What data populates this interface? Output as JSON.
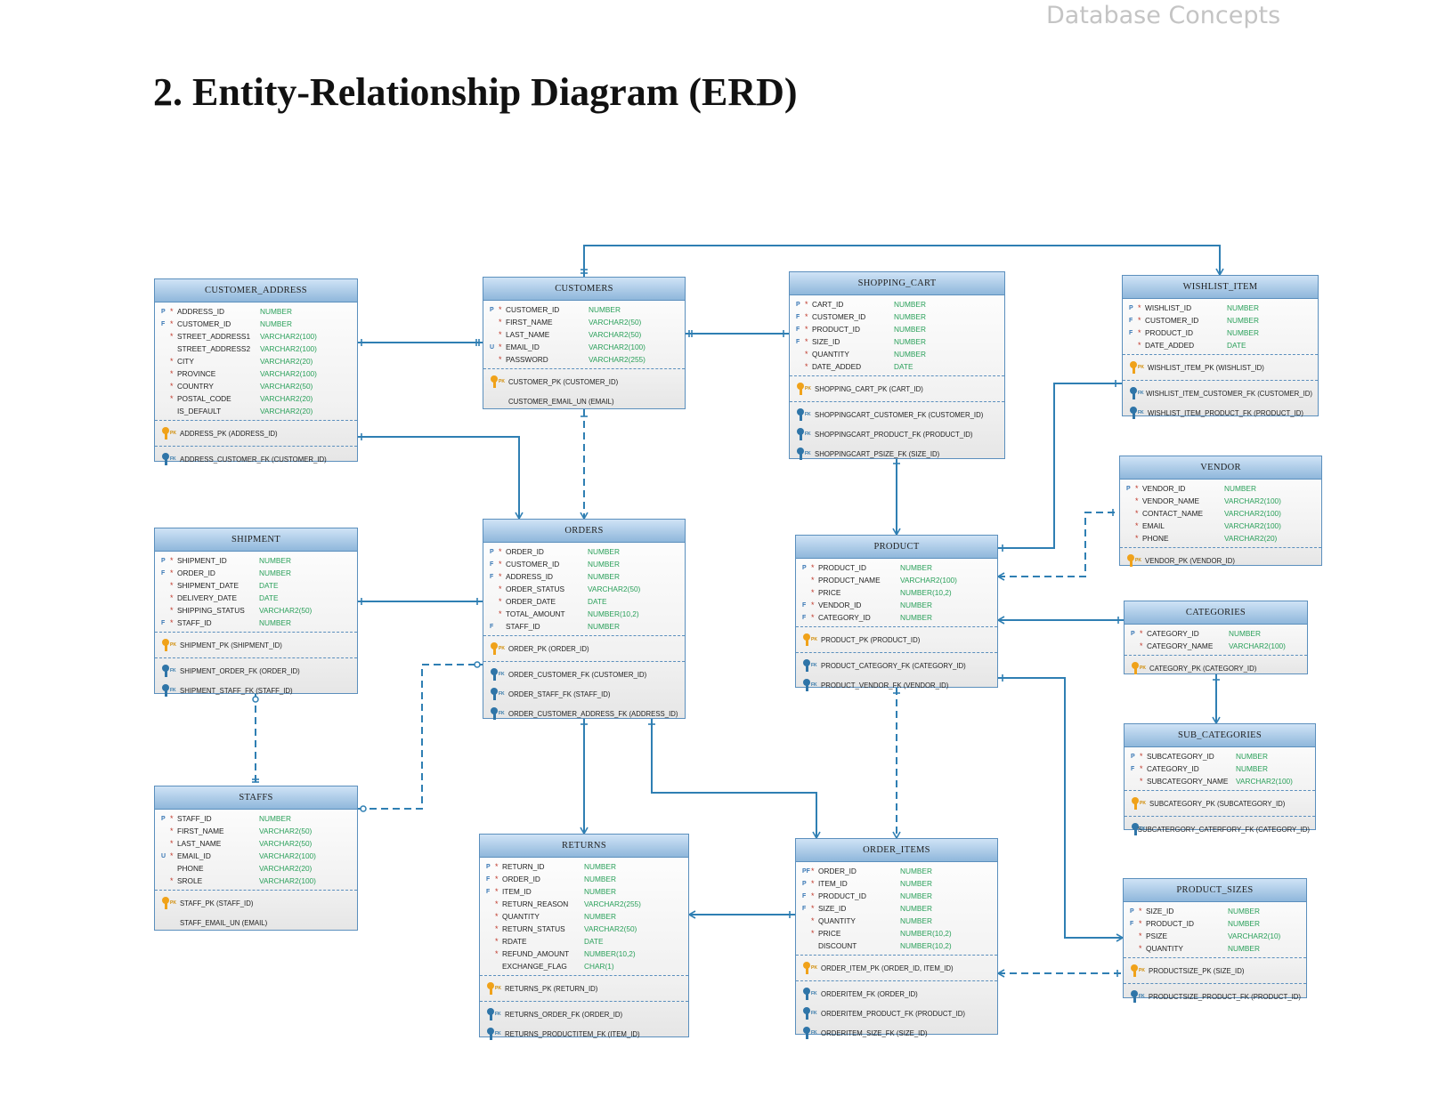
{
  "header": "Database Concepts",
  "title": "2. Entity-Relationship Diagram (ERD)",
  "colors": {
    "entity_border": "#5b8fbd",
    "line": "#2f7fb3",
    "type_text": "#2aa05a",
    "pk_key": "#f0a21a",
    "fk_key": "#2f75a8"
  },
  "entities": [
    {
      "id": "customer_address",
      "name": "CUSTOMER_ADDRESS",
      "columns": [
        {
          "flag": "P",
          "req": "*",
          "name": "ADDRESS_ID",
          "type": "NUMBER"
        },
        {
          "flag": "F",
          "req": "*",
          "name": "CUSTOMER_ID",
          "type": "NUMBER"
        },
        {
          "flag": "",
          "req": "*",
          "name": "STREET_ADDRESS1",
          "type": "VARCHAR2(100)"
        },
        {
          "flag": "",
          "req": "",
          "name": "STREET_ADDRESS2",
          "type": "VARCHAR2(100)"
        },
        {
          "flag": "",
          "req": "*",
          "name": "CITY",
          "type": "VARCHAR2(20)"
        },
        {
          "flag": "",
          "req": "*",
          "name": "PROVINCE",
          "type": "VARCHAR2(100)"
        },
        {
          "flag": "",
          "req": "*",
          "name": "COUNTRY",
          "type": "VARCHAR2(50)"
        },
        {
          "flag": "",
          "req": "*",
          "name": "POSTAL_CODE",
          "type": "VARCHAR2(20)"
        },
        {
          "flag": "",
          "req": "",
          "name": "IS_DEFAULT",
          "type": "VARCHAR2(20)"
        }
      ],
      "keys": [
        [
          {
            "kind": "pk",
            "text": "ADDRESS_PK (ADDRESS_ID)"
          }
        ],
        [
          {
            "kind": "fk",
            "text": "ADDRESS_CUSTOMER_FK (CUSTOMER_ID)"
          }
        ]
      ]
    },
    {
      "id": "customers",
      "name": "CUSTOMERS",
      "columns": [
        {
          "flag": "P",
          "req": "*",
          "name": "CUSTOMER_ID",
          "type": "NUMBER"
        },
        {
          "flag": "",
          "req": "*",
          "name": "FIRST_NAME",
          "type": "VARCHAR2(50)"
        },
        {
          "flag": "",
          "req": "*",
          "name": "LAST_NAME",
          "type": "VARCHAR2(50)"
        },
        {
          "flag": "U",
          "req": "*",
          "name": "EMAIL_ID",
          "type": "VARCHAR2(100)"
        },
        {
          "flag": "",
          "req": "*",
          "name": "PASSWORD",
          "type": "VARCHAR2(255)"
        }
      ],
      "keys": [
        [
          {
            "kind": "pk",
            "text": "CUSTOMER_PK (CUSTOMER_ID)"
          },
          {
            "kind": "plain",
            "text": "CUSTOMER_EMAIL_UN (EMAIL)"
          }
        ]
      ]
    },
    {
      "id": "shopping_cart",
      "name": "SHOPPING_CART",
      "columns": [
        {
          "flag": "P",
          "req": "*",
          "name": "CART_ID",
          "type": "NUMBER"
        },
        {
          "flag": "F",
          "req": "*",
          "name": "CUSTOMER_ID",
          "type": "NUMBER"
        },
        {
          "flag": "F",
          "req": "*",
          "name": "PRODUCT_ID",
          "type": "NUMBER"
        },
        {
          "flag": "F",
          "req": "*",
          "name": "SIZE_ID",
          "type": "NUMBER"
        },
        {
          "flag": "",
          "req": "*",
          "name": "QUANTITY",
          "type": "NUMBER"
        },
        {
          "flag": "",
          "req": "*",
          "name": "DATE_ADDED",
          "type": "DATE"
        }
      ],
      "keys": [
        [
          {
            "kind": "pk",
            "text": "SHOPPING_CART_PK (CART_ID)"
          }
        ],
        [
          {
            "kind": "fk",
            "text": "SHOPPINGCART_CUSTOMER_FK (CUSTOMER_ID)"
          },
          {
            "kind": "fk",
            "text": "SHOPPINGCART_PRODUCT_FK (PRODUCT_ID)"
          },
          {
            "kind": "fk",
            "text": "SHOPPINGCART_PSIZE_FK (SIZE_ID)"
          }
        ]
      ]
    },
    {
      "id": "wishlist_item",
      "name": "WISHLIST_ITEM",
      "columns": [
        {
          "flag": "P",
          "req": "*",
          "name": "WISHLIST_ID",
          "type": "NUMBER"
        },
        {
          "flag": "F",
          "req": "*",
          "name": "CUSTOMER_ID",
          "type": "NUMBER"
        },
        {
          "flag": "F",
          "req": "*",
          "name": "PRODUCT_ID",
          "type": "NUMBER"
        },
        {
          "flag": "",
          "req": "*",
          "name": "DATE_ADDED",
          "type": "DATE"
        }
      ],
      "keys": [
        [
          {
            "kind": "pk",
            "text": "WISHLIST_ITEM_PK (WISHLIST_ID)"
          }
        ],
        [
          {
            "kind": "fk",
            "text": "WISHLIST_ITEM_CUSTOMER_FK (CUSTOMER_ID)"
          },
          {
            "kind": "fk",
            "text": "WISHLIST_ITEM_PRODUCT_FK (PRODUCT_ID)"
          }
        ]
      ]
    },
    {
      "id": "vendor",
      "name": "VENDOR",
      "columns": [
        {
          "flag": "P",
          "req": "*",
          "name": "VENDOR_ID",
          "type": "NUMBER"
        },
        {
          "flag": "",
          "req": "*",
          "name": "VENDOR_NAME",
          "type": "VARCHAR2(100)"
        },
        {
          "flag": "",
          "req": "*",
          "name": "CONTACT_NAME",
          "type": "VARCHAR2(100)"
        },
        {
          "flag": "",
          "req": "*",
          "name": "EMAIL",
          "type": "VARCHAR2(100)"
        },
        {
          "flag": "",
          "req": "*",
          "name": "PHONE",
          "type": "VARCHAR2(20)"
        }
      ],
      "keys": [
        [
          {
            "kind": "pk",
            "text": "VENDOR_PK (VENDOR_ID)"
          }
        ]
      ]
    },
    {
      "id": "shipment",
      "name": "SHIPMENT",
      "columns": [
        {
          "flag": "P",
          "req": "*",
          "name": "SHIPMENT_ID",
          "type": "NUMBER"
        },
        {
          "flag": "F",
          "req": "*",
          "name": "ORDER_ID",
          "type": "NUMBER"
        },
        {
          "flag": "",
          "req": "*",
          "name": "SHIPMENT_DATE",
          "type": "DATE"
        },
        {
          "flag": "",
          "req": "*",
          "name": "DELIVERY_DATE",
          "type": "DATE"
        },
        {
          "flag": "",
          "req": "*",
          "name": "SHIPPING_STATUS",
          "type": "VARCHAR2(50)"
        },
        {
          "flag": "F",
          "req": "*",
          "name": "STAFF_ID",
          "type": "NUMBER"
        }
      ],
      "keys": [
        [
          {
            "kind": "pk",
            "text": "SHIPMENT_PK (SHIPMENT_ID)"
          }
        ],
        [
          {
            "kind": "fk",
            "text": "SHIPMENT_ORDER_FK (ORDER_ID)"
          },
          {
            "kind": "fk",
            "text": "SHIPMENT_STAFF_FK (STAFF_ID)"
          }
        ]
      ]
    },
    {
      "id": "orders",
      "name": "ORDERS",
      "columns": [
        {
          "flag": "P",
          "req": "*",
          "name": "ORDER_ID",
          "type": "NUMBER"
        },
        {
          "flag": "F",
          "req": "*",
          "name": "CUSTOMER_ID",
          "type": "NUMBER"
        },
        {
          "flag": "F",
          "req": "*",
          "name": "ADDRESS_ID",
          "type": "NUMBER"
        },
        {
          "flag": "",
          "req": "*",
          "name": "ORDER_STATUS",
          "type": "VARCHAR2(50)"
        },
        {
          "flag": "",
          "req": "*",
          "name": "ORDER_DATE",
          "type": "DATE"
        },
        {
          "flag": "",
          "req": "*",
          "name": "TOTAL_AMOUNT",
          "type": "NUMBER(10,2)"
        },
        {
          "flag": "F",
          "req": "",
          "name": "STAFF_ID",
          "type": "NUMBER"
        }
      ],
      "keys": [
        [
          {
            "kind": "pk",
            "text": "ORDER_PK (ORDER_ID)"
          }
        ],
        [
          {
            "kind": "fk",
            "text": "ORDER_CUSTOMER_FK (CUSTOMER_ID)"
          },
          {
            "kind": "fk",
            "text": "ORDER_STAFF_FK (STAFF_ID)"
          },
          {
            "kind": "fk",
            "text": "ORDER_CUSTOMER_ADDRESS_FK (ADDRESS_ID)"
          }
        ]
      ]
    },
    {
      "id": "product",
      "name": "PRODUCT",
      "columns": [
        {
          "flag": "P",
          "req": "*",
          "name": "PRODUCT_ID",
          "type": "NUMBER"
        },
        {
          "flag": "",
          "req": "*",
          "name": "PRODUCT_NAME",
          "type": "VARCHAR2(100)"
        },
        {
          "flag": "",
          "req": "*",
          "name": "PRICE",
          "type": "NUMBER(10,2)"
        },
        {
          "flag": "F",
          "req": "*",
          "name": "VENDOR_ID",
          "type": "NUMBER"
        },
        {
          "flag": "F",
          "req": "*",
          "name": "CATEGORY_ID",
          "type": "NUMBER"
        }
      ],
      "keys": [
        [
          {
            "kind": "pk",
            "text": "PRODUCT_PK (PRODUCT_ID)"
          }
        ],
        [
          {
            "kind": "fk",
            "text": "PRODUCT_CATEGORY_FK (CATEGORY_ID)"
          },
          {
            "kind": "fk",
            "text": "PRODUCT_VENDOR_FK (VENDOR_ID)"
          }
        ]
      ]
    },
    {
      "id": "categories",
      "name": "CATEGORIES",
      "columns": [
        {
          "flag": "P",
          "req": "*",
          "name": "CATEGORY_ID",
          "type": "NUMBER"
        },
        {
          "flag": "",
          "req": "*",
          "name": "CATEGORY_NAME",
          "type": "VARCHAR2(100)"
        }
      ],
      "keys": [
        [
          {
            "kind": "pk",
            "text": "CATEGORY_PK (CATEGORY_ID)"
          }
        ]
      ]
    },
    {
      "id": "sub_categories",
      "name": "SUB_CATEGORIES",
      "columns": [
        {
          "flag": "P",
          "req": "*",
          "name": "SUBCATEGORY_ID",
          "type": "NUMBER"
        },
        {
          "flag": "F",
          "req": "*",
          "name": "CATEGORY_ID",
          "type": "NUMBER"
        },
        {
          "flag": "",
          "req": "*",
          "name": "SUBCATEGORY_NAME",
          "type": "VARCHAR2(100)"
        }
      ],
      "keys": [
        [
          {
            "kind": "pk",
            "text": "SUBCATEGORY_PK (SUBCATEGORY_ID)"
          }
        ],
        [
          {
            "kind": "fk",
            "text": "SUBCATERGORY_CATERFORY_FK (CATEGORY_ID)"
          }
        ]
      ]
    },
    {
      "id": "staffs",
      "name": "STAFFS",
      "columns": [
        {
          "flag": "P",
          "req": "*",
          "name": "STAFF_ID",
          "type": "NUMBER"
        },
        {
          "flag": "",
          "req": "*",
          "name": "FIRST_NAME",
          "type": "VARCHAR2(50)"
        },
        {
          "flag": "",
          "req": "*",
          "name": "LAST_NAME",
          "type": "VARCHAR2(50)"
        },
        {
          "flag": "U",
          "req": "*",
          "name": "EMAIL_ID",
          "type": "VARCHAR2(100)"
        },
        {
          "flag": "",
          "req": "",
          "name": "PHONE",
          "type": "VARCHAR2(20)"
        },
        {
          "flag": "",
          "req": "*",
          "name": "SROLE",
          "type": "VARCHAR2(100)"
        }
      ],
      "keys": [
        [
          {
            "kind": "pk",
            "text": "STAFF_PK (STAFF_ID)"
          },
          {
            "kind": "plain",
            "text": "STAFF_EMAIL_UN (EMAIL)"
          }
        ]
      ]
    },
    {
      "id": "returns",
      "name": "RETURNS",
      "columns": [
        {
          "flag": "P",
          "req": "*",
          "name": "RETURN_ID",
          "type": "NUMBER"
        },
        {
          "flag": "F",
          "req": "*",
          "name": "ORDER_ID",
          "type": "NUMBER"
        },
        {
          "flag": "F",
          "req": "*",
          "name": "ITEM_ID",
          "type": "NUMBER"
        },
        {
          "flag": "",
          "req": "*",
          "name": "RETURN_REASON",
          "type": "VARCHAR2(255)"
        },
        {
          "flag": "",
          "req": "*",
          "name": "QUANTITY",
          "type": "NUMBER"
        },
        {
          "flag": "",
          "req": "*",
          "name": "RETURN_STATUS",
          "type": "VARCHAR2(50)"
        },
        {
          "flag": "",
          "req": "*",
          "name": "RDATE",
          "type": "DATE"
        },
        {
          "flag": "",
          "req": "*",
          "name": "REFUND_AMOUNT",
          "type": "NUMBER(10,2)"
        },
        {
          "flag": "",
          "req": "",
          "name": "EXCHANGE_FLAG",
          "type": "CHAR(1)"
        }
      ],
      "keys": [
        [
          {
            "kind": "pk",
            "text": "RETURNS_PK (RETURN_ID)"
          }
        ],
        [
          {
            "kind": "fk",
            "text": "RETURNS_ORDER_FK (ORDER_ID)"
          },
          {
            "kind": "fk",
            "text": "RETURNS_PRODUCTITEM_FK (ITEM_ID)"
          }
        ]
      ]
    },
    {
      "id": "order_items",
      "name": "ORDER_ITEMS",
      "columns": [
        {
          "flag": "PF",
          "req": "*",
          "name": "ORDER_ID",
          "type": "NUMBER"
        },
        {
          "flag": "P",
          "req": "*",
          "name": "ITEM_ID",
          "type": "NUMBER"
        },
        {
          "flag": "F",
          "req": "*",
          "name": "PRODUCT_ID",
          "type": "NUMBER"
        },
        {
          "flag": "F",
          "req": "*",
          "name": "SIZE_ID",
          "type": "NUMBER"
        },
        {
          "flag": "",
          "req": "*",
          "name": "QUANTITY",
          "type": "NUMBER"
        },
        {
          "flag": "",
          "req": "*",
          "name": "PRICE",
          "type": "NUMBER(10,2)"
        },
        {
          "flag": "",
          "req": "",
          "name": "DISCOUNT",
          "type": "NUMBER(10,2)"
        }
      ],
      "keys": [
        [
          {
            "kind": "pk",
            "text": "ORDER_ITEM_PK (ORDER_ID, ITEM_ID)"
          }
        ],
        [
          {
            "kind": "fk",
            "text": "ORDERITEM_FK (ORDER_ID)"
          },
          {
            "kind": "fk",
            "text": "ORDERITEM_PRODUCT_FK (PRODUCT_ID)"
          },
          {
            "kind": "fk",
            "text": "ORDERITEM_SIZE_FK (SIZE_ID)"
          }
        ]
      ]
    },
    {
      "id": "product_sizes",
      "name": "PRODUCT_SIZES",
      "columns": [
        {
          "flag": "P",
          "req": "*",
          "name": "SIZE_ID",
          "type": "NUMBER"
        },
        {
          "flag": "F",
          "req": "*",
          "name": "PRODUCT_ID",
          "type": "NUMBER"
        },
        {
          "flag": "",
          "req": "*",
          "name": "PSIZE",
          "type": "VARCHAR2(10)"
        },
        {
          "flag": "",
          "req": "*",
          "name": "QUANTITY",
          "type": "NUMBER"
        }
      ],
      "keys": [
        [
          {
            "kind": "pk",
            "text": "PRODUCTSIZE_PK (SIZE_ID)"
          }
        ],
        [
          {
            "kind": "fk",
            "text": "PRODUCTSIZE_PRODUCT_FK (PRODUCT_ID)"
          }
        ]
      ]
    }
  ]
}
